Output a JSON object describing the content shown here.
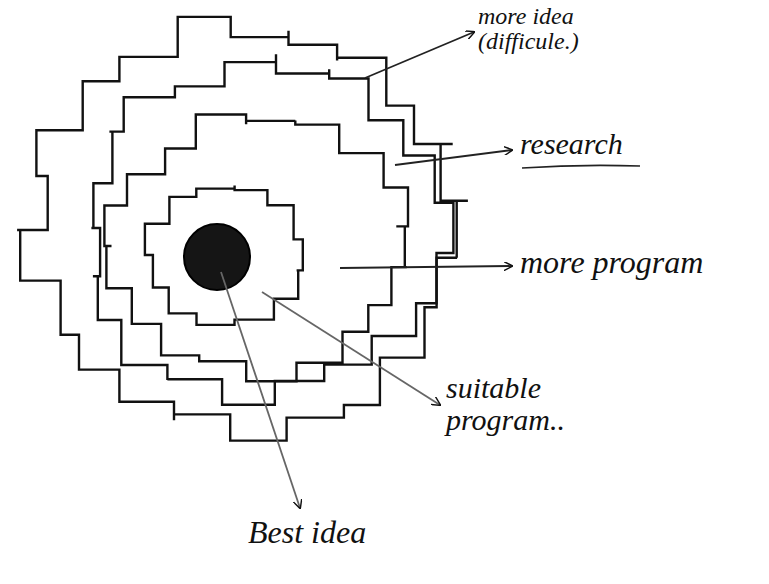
{
  "diagram": {
    "labels": [
      "more idea (difficule.)",
      "research",
      "more program",
      "suitable program..",
      "Best idea"
    ]
  }
}
